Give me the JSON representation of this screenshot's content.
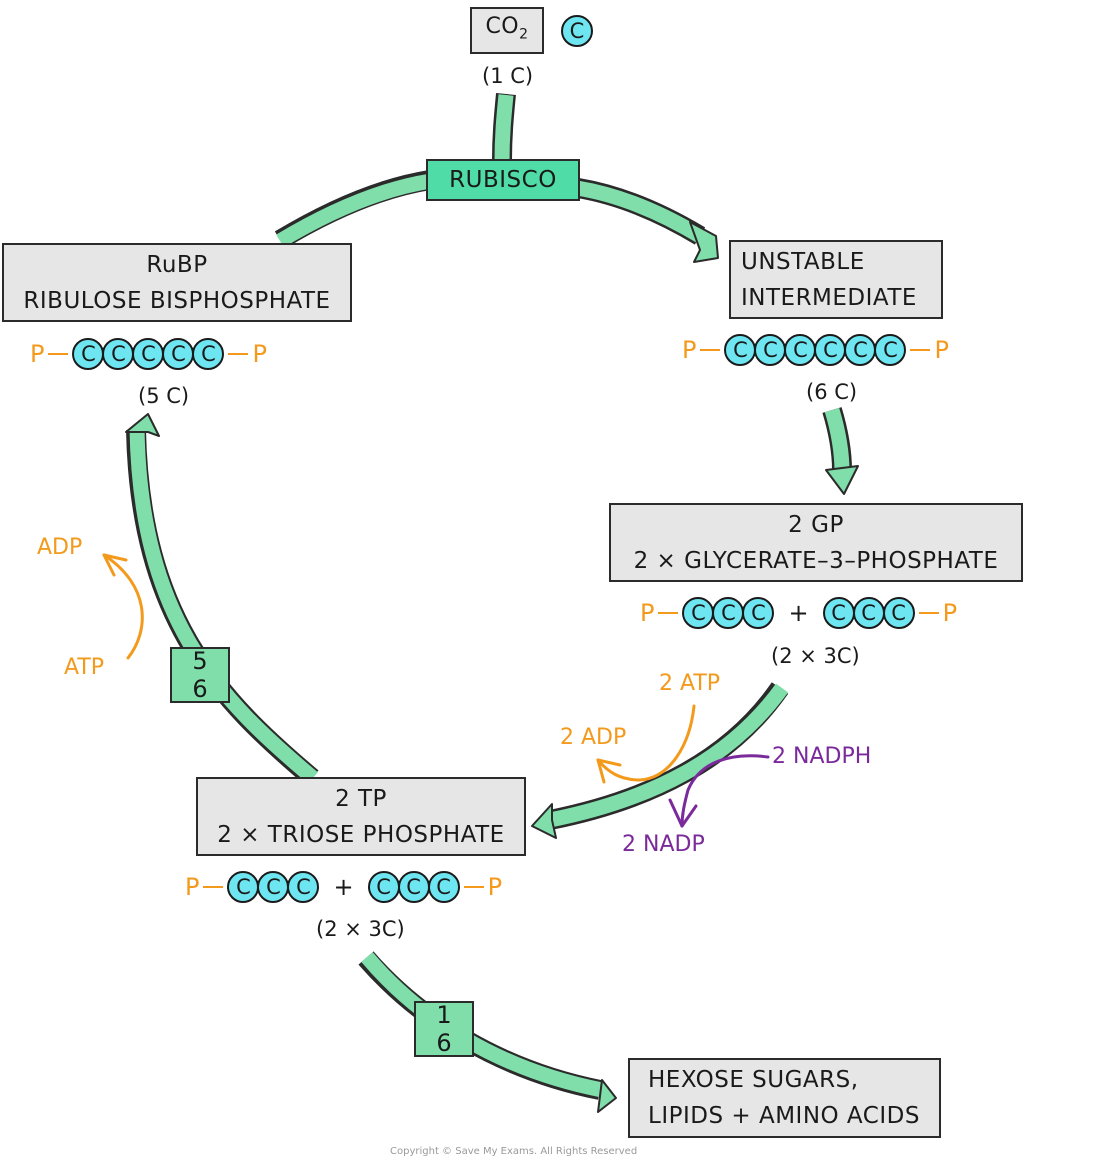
{
  "title": "Calvin Cycle",
  "colors": {
    "arrow_fill": "#7fdeaa",
    "enzyme_fill": "#4fdca6",
    "box_fill": "#e6e6e6",
    "carbon_fill": "#6ee6f2",
    "phosphate": "#f39a1c",
    "nadph": "#7a2a9a"
  },
  "co2": {
    "label": "CO",
    "subscript": "2",
    "atom": "C",
    "count": "(1 C)"
  },
  "enzyme": {
    "label": "RUBISCO"
  },
  "rubp": {
    "line1": "RuBP",
    "line2": "RIBULOSE  BISPHOSPHATE",
    "phosphate": "P",
    "carbon": "C",
    "count": "(5 C)"
  },
  "intermediate": {
    "line1": "UNSTABLE",
    "line2": "INTERMEDIATE",
    "phosphate": "P",
    "carbon": "C",
    "count": "(6 C)"
  },
  "gp": {
    "line1": "2 GP",
    "line2": "2 × GLYCERATE–3–PHOSPHATE",
    "phosphate": "P",
    "carbon": "C",
    "plus": "+",
    "count": "(2 × 3C)"
  },
  "tp": {
    "line1": "2 TP",
    "line2": "2 × TRIOSE  PHOSPHATE",
    "phosphate": "P",
    "carbon": "C",
    "plus": "+",
    "count": "(2 × 3C)"
  },
  "reduction": {
    "atp": "2 ATP",
    "adp": "2 ADP",
    "nadph": "2 NADPH",
    "nadp": "2 NADP"
  },
  "regeneration": {
    "atp": "ATP",
    "adp": "ADP",
    "fraction_num": "5",
    "fraction_den": "6"
  },
  "output": {
    "fraction_num": "1",
    "fraction_den": "6",
    "line1": "HEXOSE  SUGARS,",
    "line2": "LIPIDS + AMINO  ACIDS"
  },
  "copyright": "Copyright © Save My Exams. All Rights Reserved"
}
